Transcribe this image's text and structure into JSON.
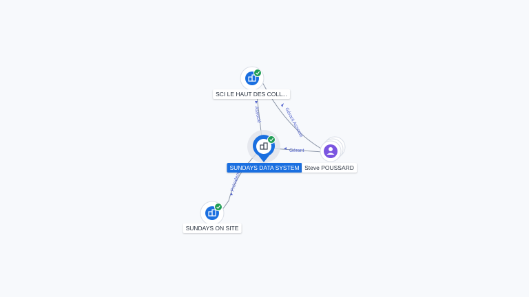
{
  "nodes": {
    "sci": {
      "label": "SCI LE HAUT DES COLL..."
    },
    "sundays_data": {
      "label": "SUNDAYS DATA SYSTEM"
    },
    "steve": {
      "label": "Steve POUSSARD"
    },
    "sundays_site": {
      "label": "SUNDAYS ON SITE"
    }
  },
  "edges": {
    "sci_data": {
      "label": "Associé"
    },
    "steve_sci": {
      "label": "Gérant Associé"
    },
    "steve_data": {
      "label": "Gérant"
    },
    "data_site": {
      "label": "Président"
    }
  },
  "colors": {
    "company_icon": "#1a6fe0",
    "person_icon": "#7b55e0",
    "verified_badge": "#1f9d55",
    "selected_label_bg": "#1a6fe0",
    "edge_label": "#5a6acf"
  }
}
